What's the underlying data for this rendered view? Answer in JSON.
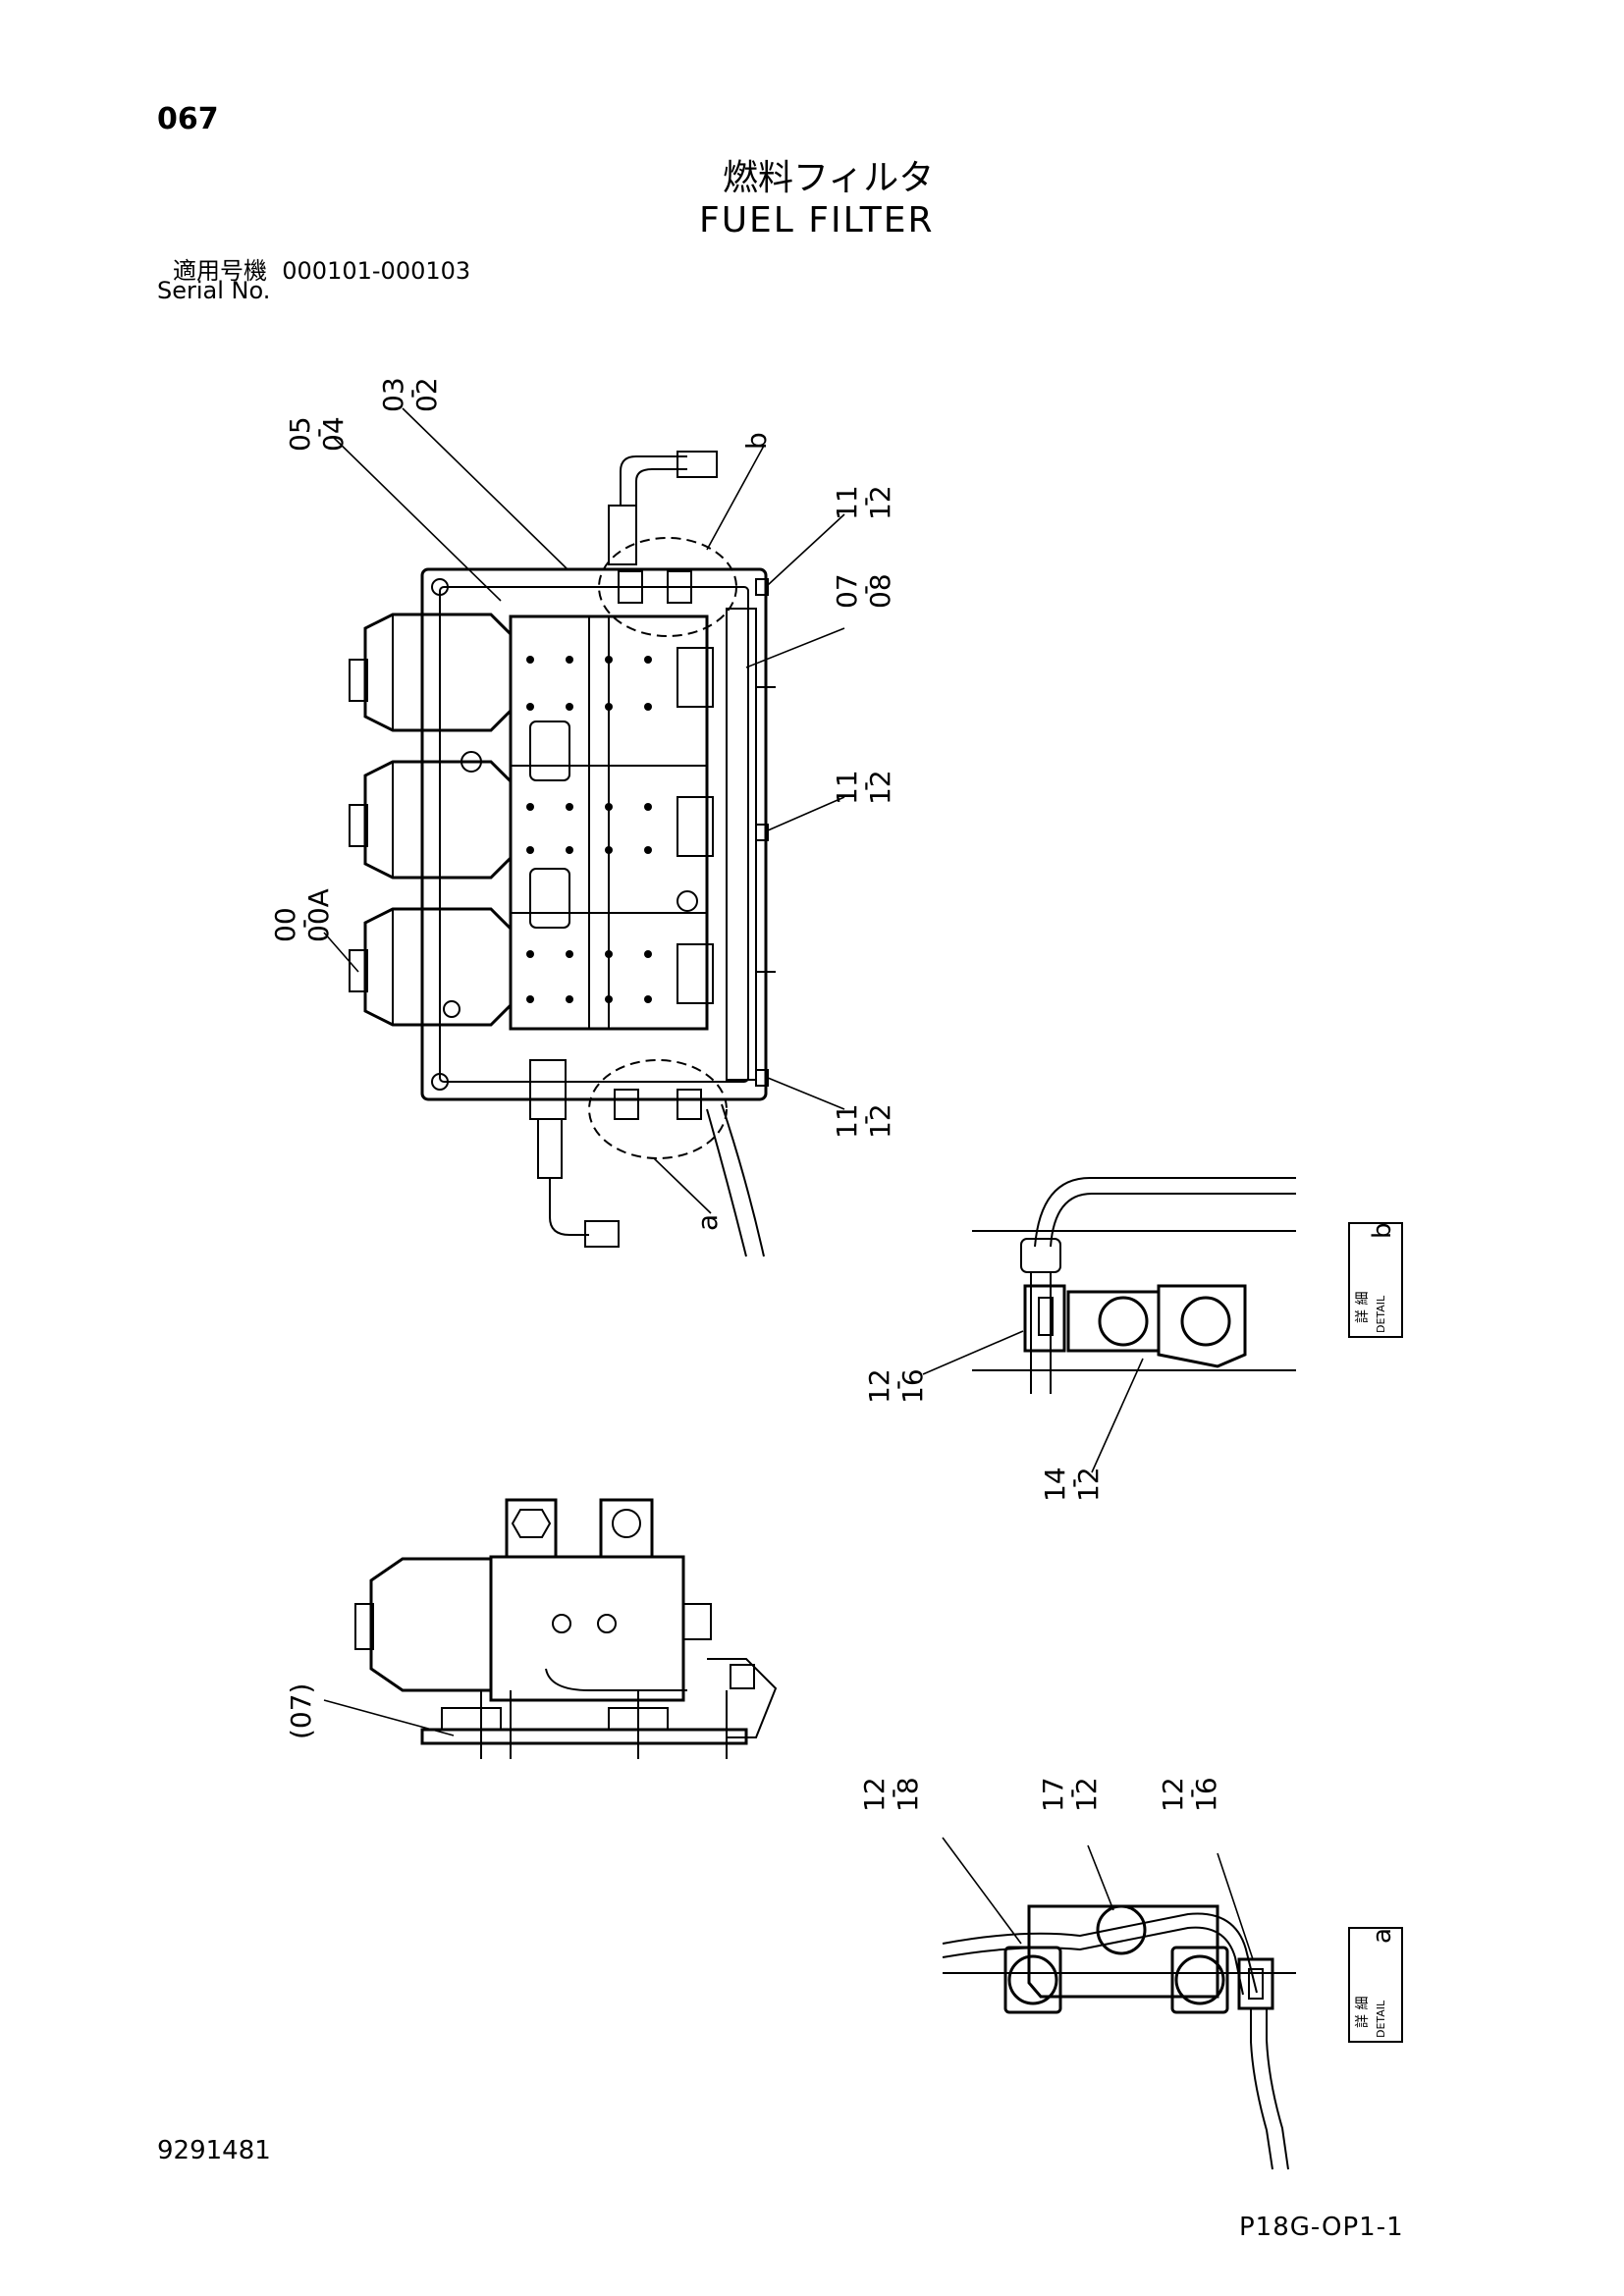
{
  "header": {
    "page_number": "067",
    "title_jp": "燃料フィルタ",
    "title_en": "FUEL FILTER",
    "serial_label_jp": "適用号機",
    "serial_range": "000101-000103",
    "serial_label_en": "Serial No."
  },
  "callouts": {
    "c03_02": [
      "03",
      "-",
      "02"
    ],
    "c05_04": [
      "05",
      "-",
      "04"
    ],
    "b_ref": "b",
    "c11_12_top": [
      "11",
      "-",
      "12"
    ],
    "c07_08": [
      "07",
      "-",
      "08"
    ],
    "c11_12_mid": [
      "11",
      "-",
      "12"
    ],
    "c00_00A": [
      "00",
      "-",
      "00A"
    ],
    "c11_12_bottom": [
      "11",
      "-",
      "12"
    ],
    "a_ref": "a",
    "c12_16_b": [
      "12",
      "-",
      "16"
    ],
    "c14_12": [
      "14",
      "-",
      "12"
    ],
    "c07_paren": "(07)",
    "c12_18": [
      "12",
      "-",
      "18"
    ],
    "c17_12": [
      "17",
      "-",
      "12"
    ],
    "c12_16_a": [
      "12",
      "-",
      "16"
    ]
  },
  "detail_labels": {
    "b": {
      "letter": "b",
      "jp": "詳 細",
      "en": "DETAIL"
    },
    "a": {
      "letter": "a",
      "jp": "詳 細",
      "en": "DETAIL"
    }
  },
  "footer": {
    "doc_number": "9291481",
    "sheet_code": "P18G-OP1-1"
  }
}
